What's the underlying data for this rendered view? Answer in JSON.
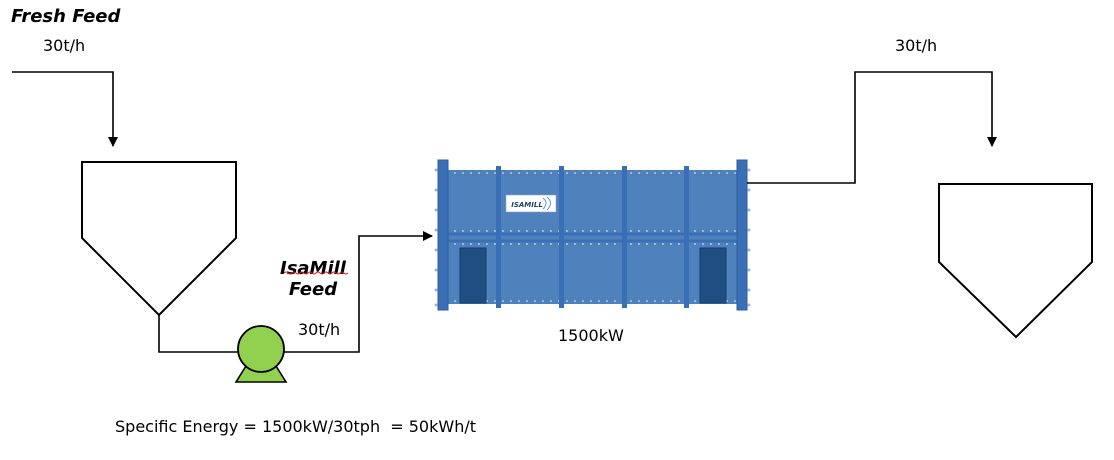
{
  "labels": {
    "fresh_feed": "Fresh Feed",
    "fresh_feed_rate": "30t/h",
    "mill_feed_line1": "IsaMill",
    "mill_feed_line2": "Feed",
    "mill_feed_rate": "30t/h",
    "product_rate": "30t/h",
    "mill_power": "1500kW",
    "specific_energy": "Specific Energy = 1500kW/30tph  = 50kWh/t"
  },
  "mill": {
    "logo_text": "ISAMILL",
    "body_color": "#4f81bd",
    "flange_color": "#3b6fb5",
    "port_color": "#1f4e82"
  },
  "pump": {
    "fill_color": "#92d050"
  }
}
